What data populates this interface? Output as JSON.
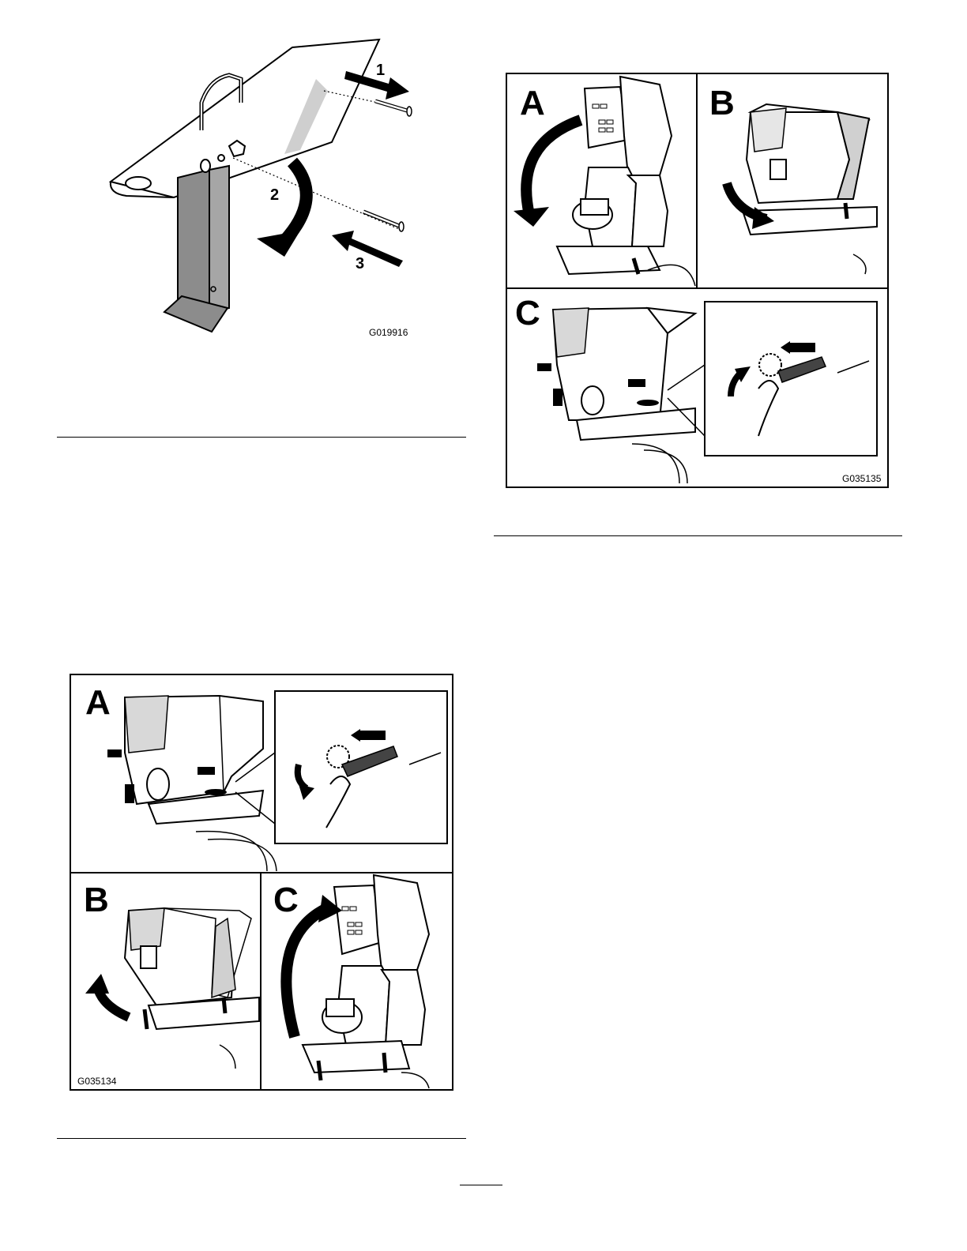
{
  "figures": {
    "trailer_stand": {
      "code": "G019916",
      "callouts": [
        "1",
        "2",
        "3"
      ]
    },
    "close_hood": {
      "code": "G035135",
      "panels": [
        "A",
        "B",
        "C"
      ]
    },
    "open_hood": {
      "code": "G035134",
      "panels": [
        "A",
        "B",
        "C"
      ]
    }
  }
}
